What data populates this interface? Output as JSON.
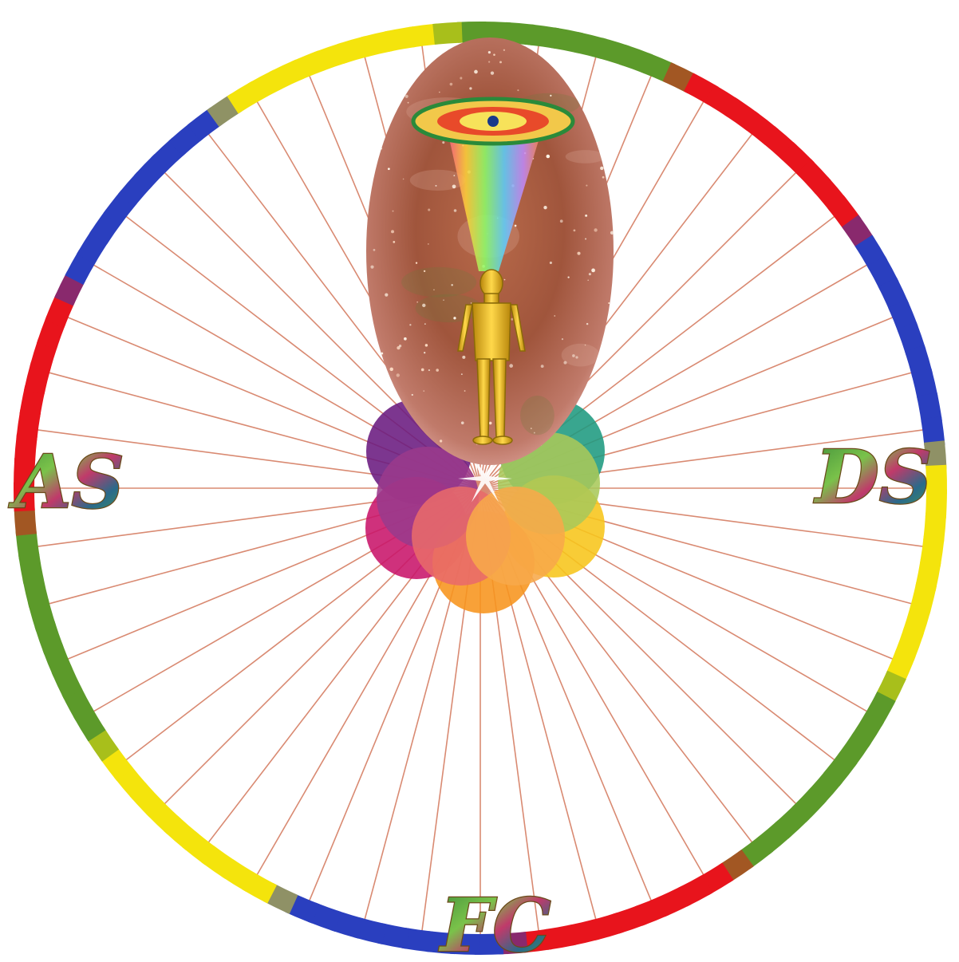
{
  "labels": {
    "left": "AS",
    "right": "DS",
    "bottom": "FC"
  },
  "rim": {
    "segment_colors": [
      "#e8141c",
      "#2a3fbf",
      "#f4e40c",
      "#5c9a2a",
      "#e8141c",
      "#2a3fbf",
      "#f4e40c",
      "#5c9a2a"
    ]
  },
  "spokes": {
    "count": 48,
    "color": "#d98a72"
  },
  "petals": [
    {
      "name": "purple",
      "color": "#6a1a80"
    },
    {
      "name": "teal",
      "color": "#1e9a80"
    },
    {
      "name": "magenta",
      "color": "#c8146a"
    },
    {
      "name": "yellow",
      "color": "#f7c51a"
    },
    {
      "name": "orange",
      "color": "#f7941d"
    },
    {
      "name": "plum",
      "color": "#9a3a8c"
    },
    {
      "name": "lime",
      "color": "#a8c85a"
    },
    {
      "name": "salmon",
      "color": "#e86a6a"
    },
    {
      "name": "peach",
      "color": "#f7a84a"
    }
  ]
}
